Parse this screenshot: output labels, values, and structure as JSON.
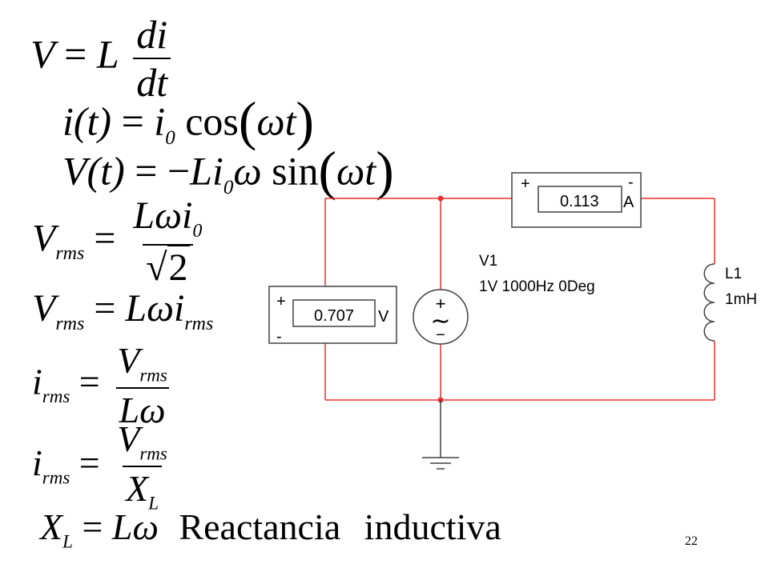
{
  "equations": {
    "eq1": {
      "lhs": "V",
      "eq": "=",
      "l": "L",
      "num": "di",
      "den": "dt"
    },
    "eq2": {
      "lhs": "i(t)",
      "eq": "=",
      "coef": "i",
      "coef_sub": "0",
      "fn": "cos",
      "arg": "ωt"
    },
    "eq3": {
      "lhs": "V(t)",
      "eq": "=",
      "neg": "−",
      "coef": "Li",
      "coef_sub": "0",
      "w": "ω",
      "fn": "sin",
      "arg": "ωt"
    },
    "eq4": {
      "lhs": "V",
      "lhs_sub": "rms",
      "eq": "=",
      "num": "Lωi",
      "num_sub": "0",
      "den_root": "√",
      "den_val": "2"
    },
    "eq5": {
      "lhs": "V",
      "lhs_sub": "rms",
      "eq": "=",
      "rhs": "Lωi",
      "rhs_sub": "rms"
    },
    "eq6": {
      "lhs": "i",
      "lhs_sub": "rms",
      "eq": "=",
      "num": "V",
      "num_sub": "rms",
      "den": "Lω"
    },
    "eq7": {
      "lhs": "i",
      "lhs_sub": "rms",
      "eq": "=",
      "num": "V",
      "num_sub": "rms",
      "den": "X",
      "den_sub": "L"
    },
    "eq8": {
      "lhs": "X",
      "lhs_sub": "L",
      "eq": "=",
      "rhs": "Lω",
      "word1": "Reactancia",
      "word2": "inductiva"
    }
  },
  "circuit": {
    "voltmeter": {
      "plus": "+",
      "minus": "-",
      "reading": "0.707",
      "unit": "V"
    },
    "ammeter": {
      "plus": "+",
      "minus": "-",
      "reading": "0.113",
      "unit": "A"
    },
    "source": {
      "name": "V1",
      "params": "1V 1000Hz 0Deg",
      "plus": "+",
      "minus": "−",
      "wave": "∼"
    },
    "inductor": {
      "name": "L1",
      "value": "1mH"
    },
    "colors": {
      "wire": "#e8312f",
      "node": "#e8312f",
      "component": "#404040"
    }
  },
  "page_number": "22"
}
